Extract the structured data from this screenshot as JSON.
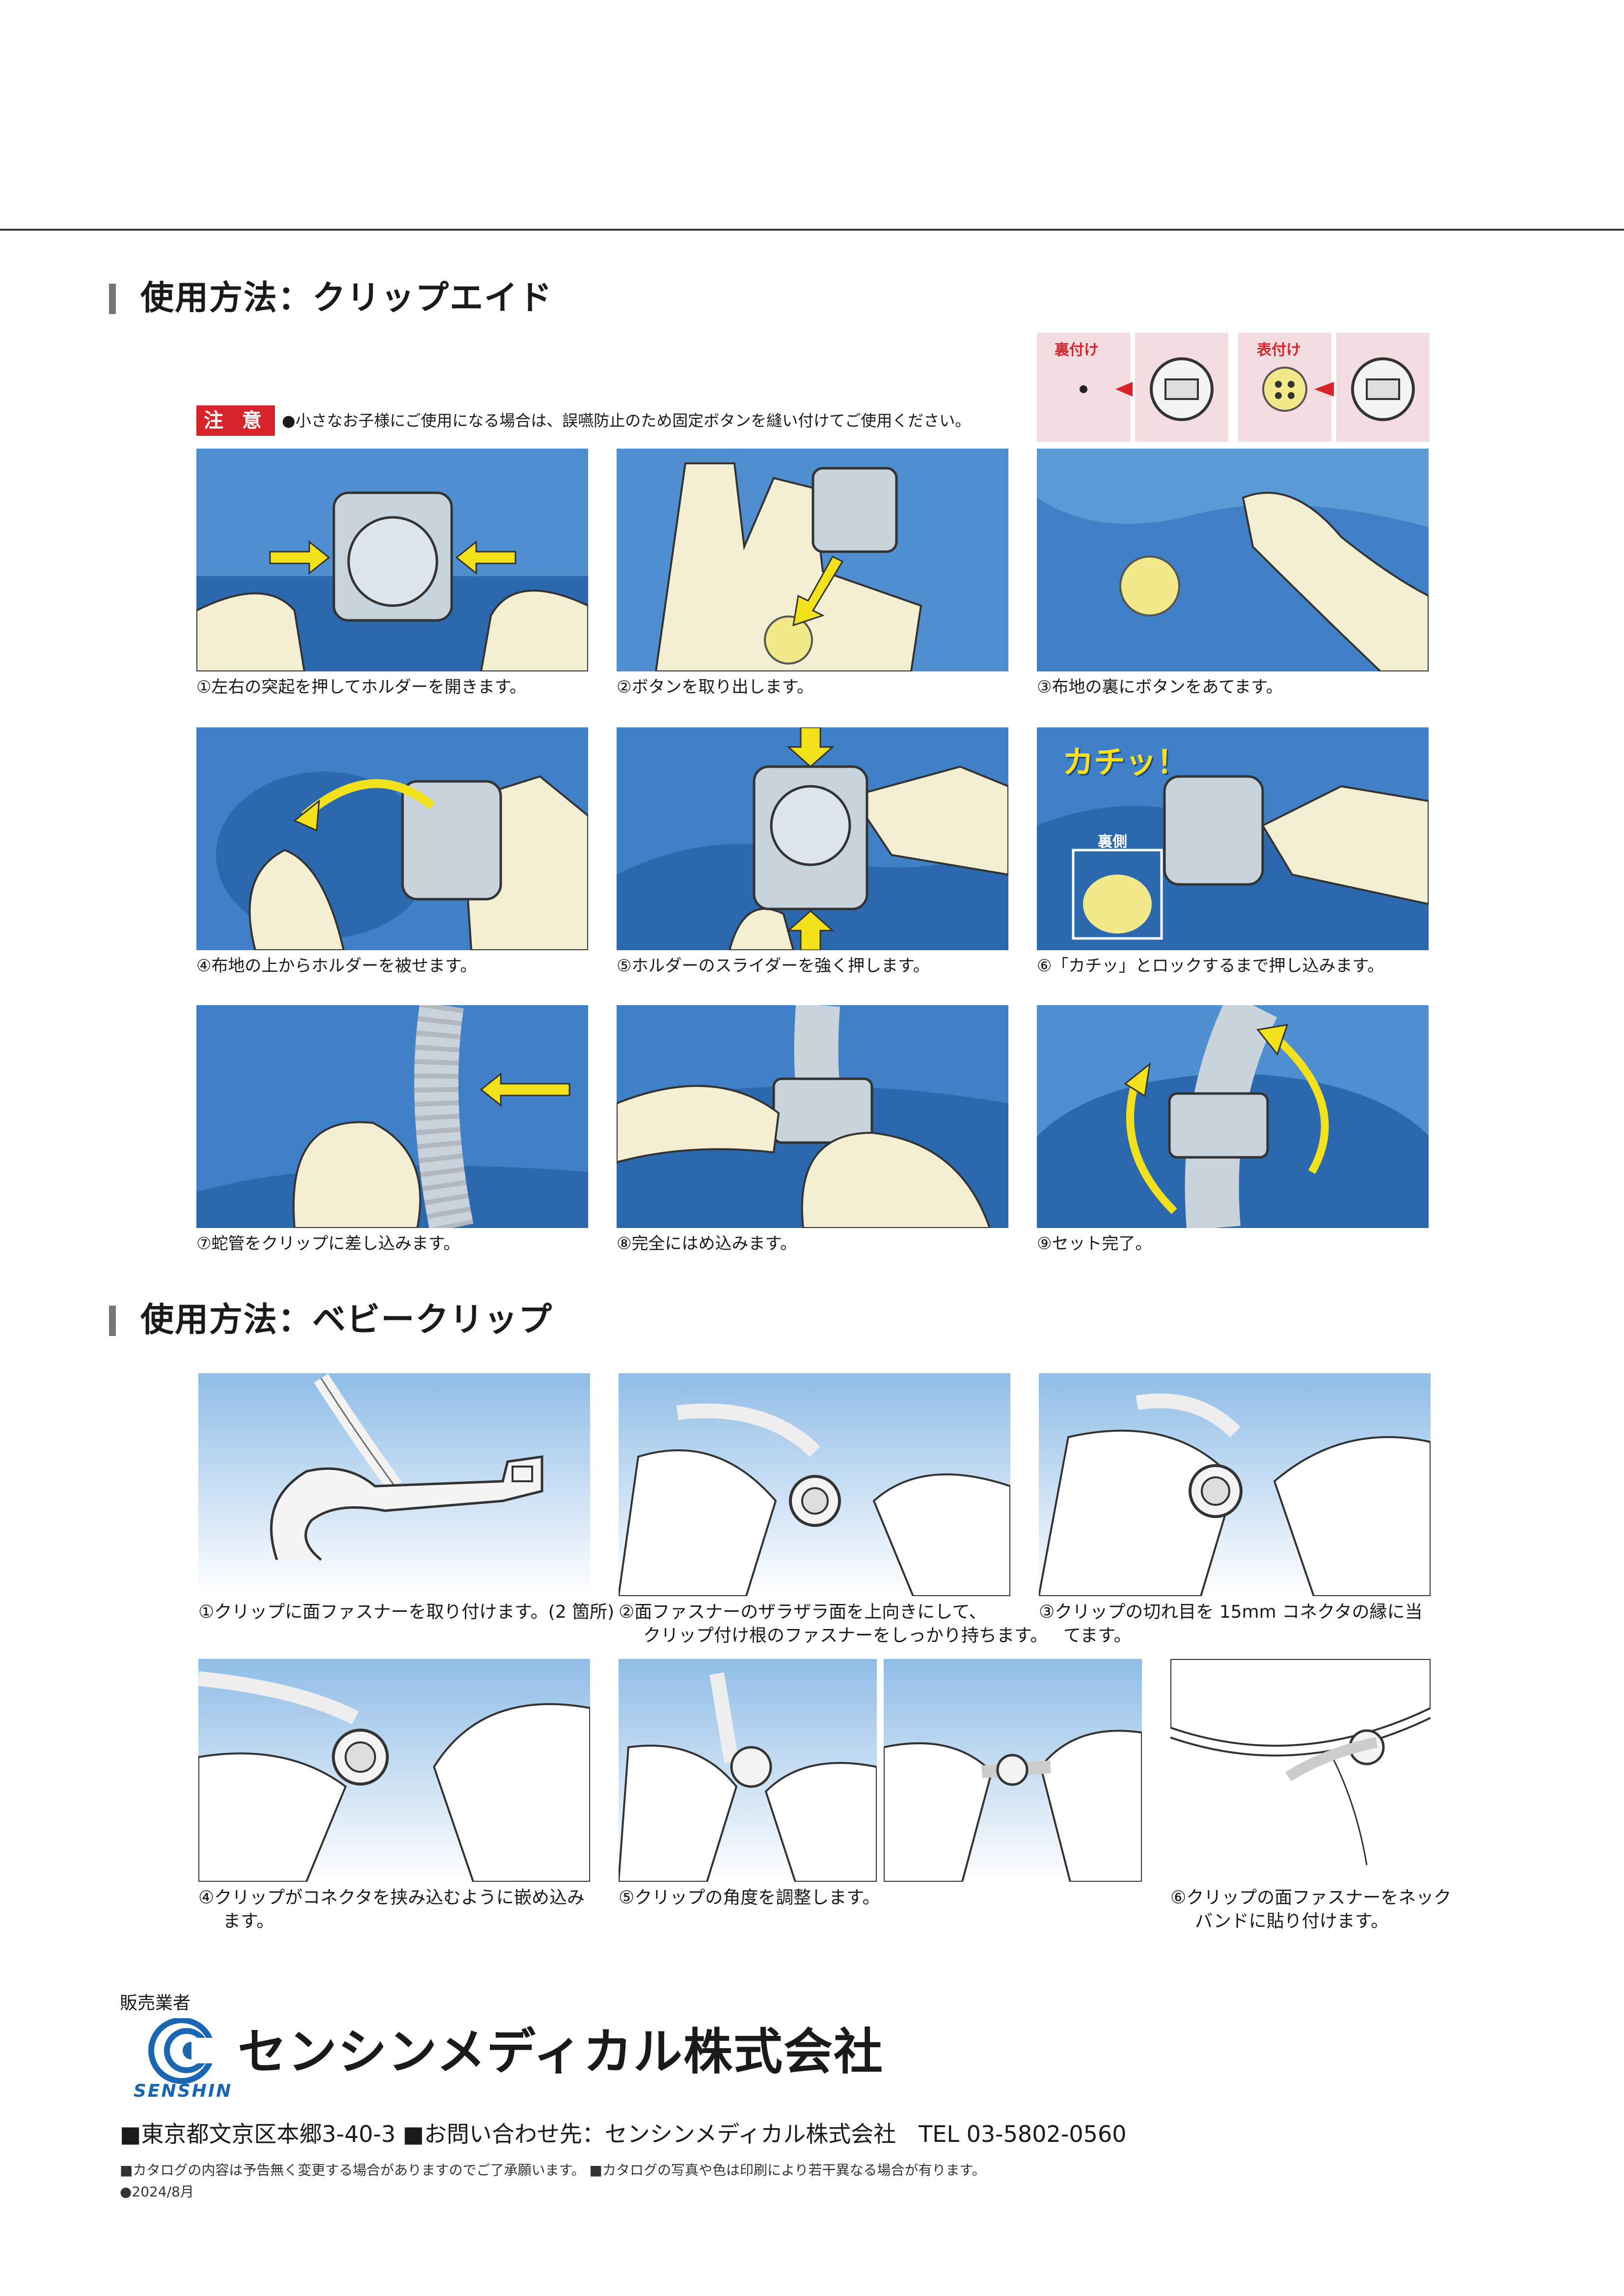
{
  "clip_aid": {
    "title": "使用方法：クリップエイド",
    "caution_label": "注 意",
    "caution_text": "●小さなお子様にご使用になる場合は、誤嚥防止のため固定ボタンを縫い付けてご使用ください。",
    "badges": [
      {
        "label": "裏付け"
      },
      {
        "label": "表付け"
      }
    ],
    "callout_text": "カチッ！",
    "inset_label": "裏側",
    "steps": [
      {
        "caption": "①左右の突起を押してホルダーを開きます。"
      },
      {
        "caption": "②ボタンを取り出します。"
      },
      {
        "caption": "③布地の裏にボタンをあてます。"
      },
      {
        "caption": "④布地の上からホルダーを被せます。"
      },
      {
        "caption": "⑤ホルダーのスライダーを強く押します。"
      },
      {
        "caption": "⑥「カチッ」とロックするまで押し込みます。"
      },
      {
        "caption": "⑦蛇管をクリップに差し込みます。"
      },
      {
        "caption": "⑧完全にはめ込みます。"
      },
      {
        "caption": "⑨セット完了。"
      }
    ]
  },
  "baby_clip": {
    "title": "使用方法：ベビークリップ",
    "steps": [
      {
        "line1": "①クリップに面ファスナーを取り付けます。(2 箇所)",
        "line2": ""
      },
      {
        "line1": "②面ファスナーのザラザラ面を上向きにして、",
        "line2": "クリップ付け根のファスナーをしっかり持ちます。"
      },
      {
        "line1": "③クリップの切れ目を 15mm コネクタの縁に当",
        "line2": "てます。"
      },
      {
        "line1": "④クリップがコネクタを挟み込むように嵌め込み",
        "line2": "ます。"
      },
      {
        "line1": "⑤クリップの角度を調整します。",
        "line2": ""
      },
      {
        "line1": "⑥クリップの面ファスナーをネック",
        "line2": "バンドに貼り付けます。"
      }
    ]
  },
  "footer": {
    "seller_label": "販売業者",
    "logo_text": "SENSHIN",
    "company_name": "センシンメディカル株式会社",
    "address": "■東京都文京区本郷3-40-3 ■お問い合わせ先：センシンメディカル株式会社　TEL 03-5802-0560",
    "note": "■カタログの内容は予告無く変更する場合がありますのでご了承願います。 ■カタログの写真や色は印刷により若干異なる場合が有ります。",
    "date": "●2024/8月"
  },
  "colors": {
    "accent_red": "#d8232a",
    "photo_blue": "#2f6fb5",
    "photo_light": "#cfe3f5",
    "glove": "#f4efd2",
    "arrow_yellow": "#f3e21b",
    "logo_blue": "#1a66b3"
  }
}
